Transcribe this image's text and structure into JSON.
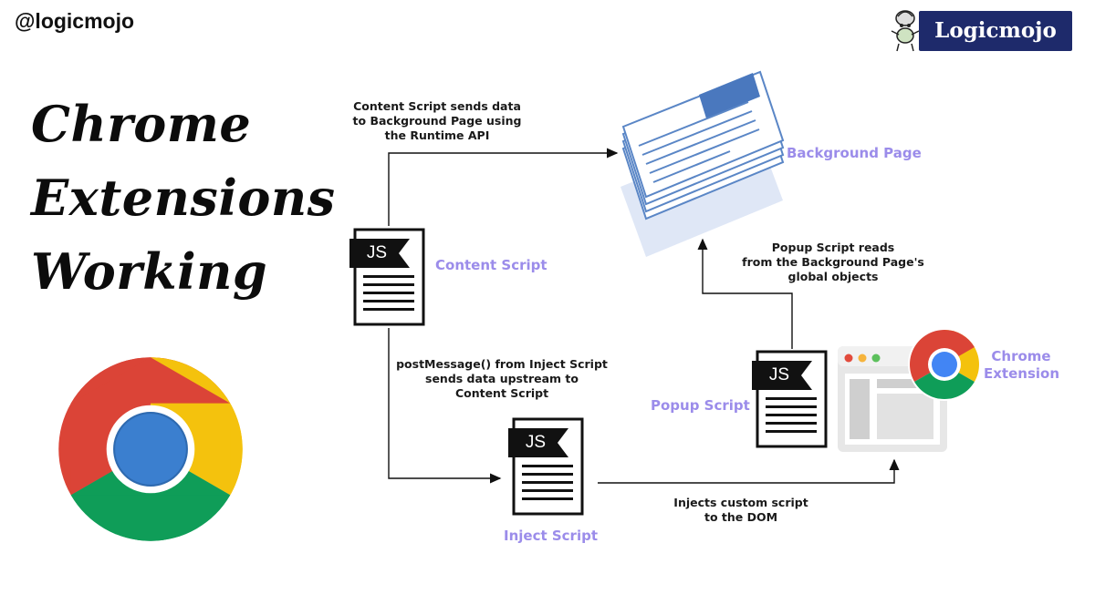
{
  "header": {
    "handle": "@logicmojo",
    "brand_name": "Logicmojo"
  },
  "title": {
    "line1": "Chrome",
    "line2": "Extensions",
    "line3": "Working"
  },
  "diagram": {
    "nodes": {
      "background_page": "Background Page",
      "content_script": "Content Script",
      "inject_script": "Inject Script",
      "popup_script": "Popup Script",
      "chrome_extension_line1": "Chrome",
      "chrome_extension_line2": "Extension"
    },
    "file_badge": "JS",
    "notes": {
      "content_to_background": [
        "Content Script sends data",
        "to Background Page using",
        "the Runtime API"
      ],
      "popup_reads": [
        "Popup Script reads",
        "from the Background Page's",
        "global objects"
      ],
      "post_message": [
        "postMessage() from Inject Script",
        "sends data upstream to",
        "Content Script"
      ],
      "injects": [
        "Injects custom script",
        "to the DOM"
      ]
    }
  },
  "colors": {
    "label_purple": "#9b8cea",
    "brand_navy": "#1e2a6b",
    "doc_blue": "#5a86c6",
    "chrome_red": "#db4437",
    "chrome_yellow": "#f4c20d",
    "chrome_green": "#0f9d58",
    "chrome_blue": "#4285f4"
  }
}
